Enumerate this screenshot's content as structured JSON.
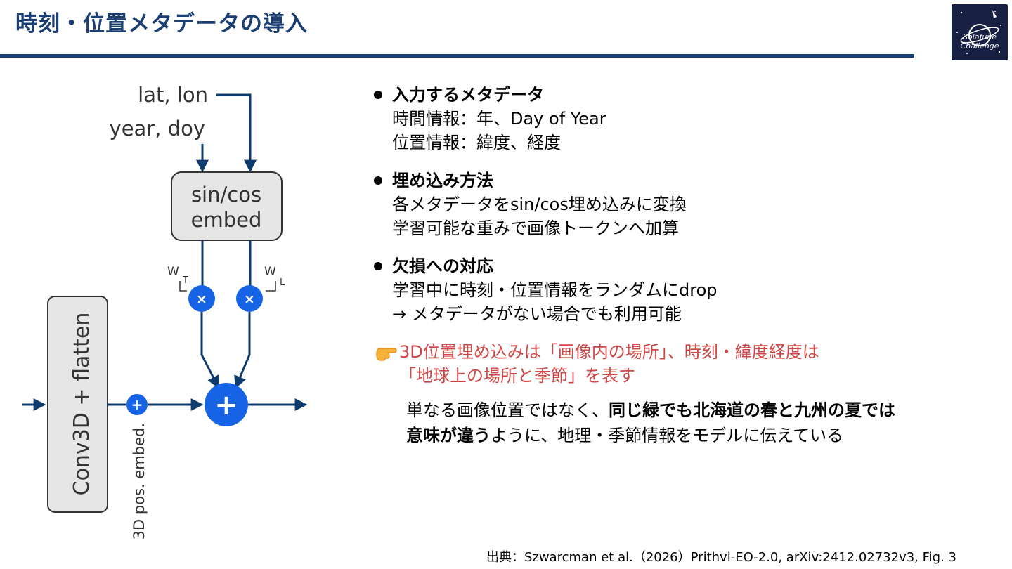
{
  "slide": {
    "title": "時刻・位置メタデータの導入",
    "accent_color": "#1c3f73",
    "logo_icon": "solafune-challenge-logo",
    "logo_text_1": "Solafune",
    "logo_text_2": "Challenge"
  },
  "diagram": {
    "input_latlon": "lat, lon",
    "input_yeardoy": "year, doy",
    "embed_line1": "sin/cos",
    "embed_line2": "embed",
    "weight_t": "W",
    "weight_t_sub": "T",
    "weight_l": "W",
    "weight_l_sub": "L",
    "multiply_symbol": "×",
    "add_symbol": "+",
    "conv_label": "Conv3D + flatten",
    "pos_embed_label": "3D pos. embed.",
    "node_color": "#1763e6",
    "line_color": "#0e3b6e"
  },
  "bullets": [
    {
      "heading": "入力するメタデータ",
      "lines": [
        "時間情報：年、Day of Year",
        "位置情報：緯度、経度"
      ]
    },
    {
      "heading": "埋め込み方法",
      "lines": [
        "各メタデータをsin/cos埋め込みに変換",
        "学習可能な重みで画像トークンへ加算"
      ]
    },
    {
      "heading": "欠損への対応",
      "lines": [
        "学習中に時刻・位置情報をランダムにdrop",
        "→ メタデータがない場合でも利用可能"
      ]
    }
  ],
  "callout": {
    "icon": "pointing-hand-icon",
    "line1": "3D位置埋め込みは「画像内の場所」、時刻・緯度経度は",
    "line2": "「地球上の場所と季節」を表す",
    "color": "#cf4646"
  },
  "note": {
    "l1_plain": "単なる画像位置ではなく、",
    "l1_bold": "同じ緑でも北海道の春と九州の夏では",
    "l2_bold": "意味が違う",
    "l2_plain": "ように、地理・季節情報をモデルに伝えている"
  },
  "source": "出典：Szwarcman et al.（2026）Prithvi-EO-2.0, arXiv:2412.02732v3, Fig. 3"
}
